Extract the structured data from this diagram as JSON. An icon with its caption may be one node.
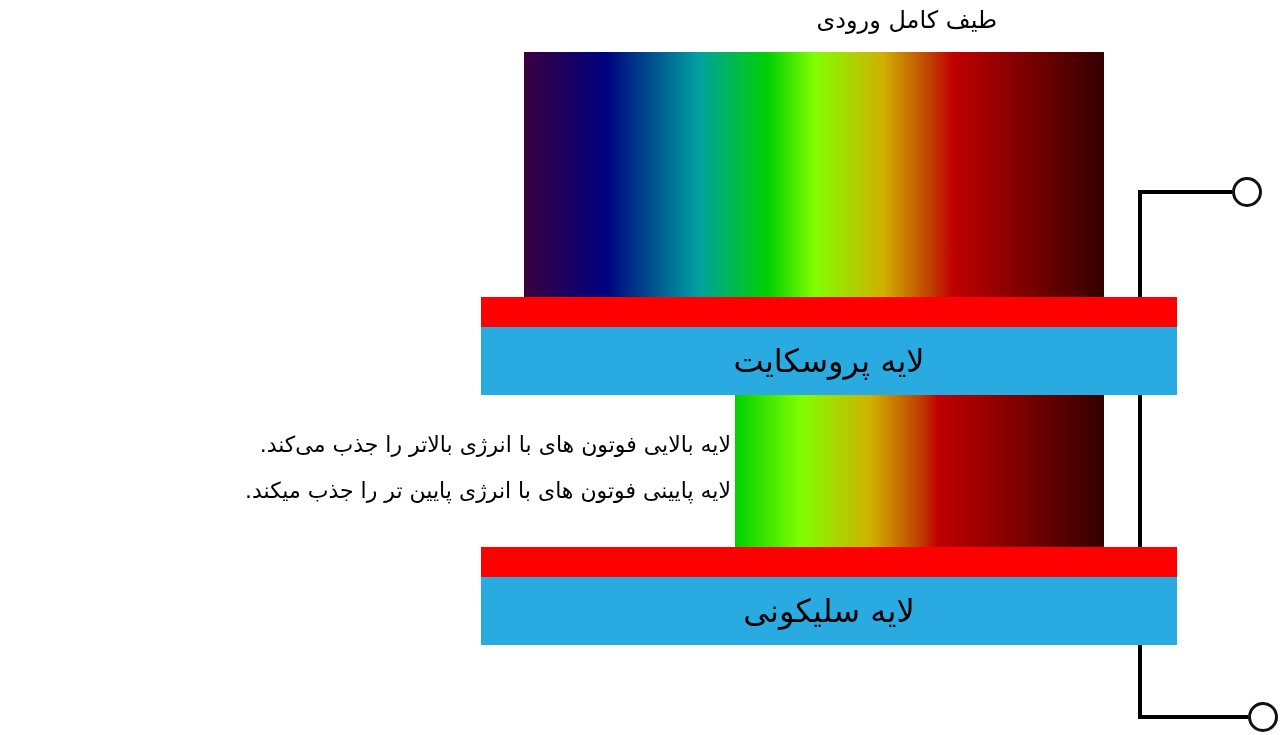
{
  "diagram": {
    "nodes": [
      {
        "text": [],
        "shape": "bar"
      },
      {
        "text": [
          "لایه پروسکایت"
        ]
      },
      {
        "text": [],
        "shape": "bar"
      },
      {
        "text": [
          "لایه سلیکونی"
        ]
      },
      {
        "text": [],
        "shape": "circle"
      },
      {
        "text": [],
        "shape": "circle"
      }
    ],
    "edges": [
      {
        "from": 4,
        "to": 1,
        "arrow": "none"
      },
      {
        "from": 1,
        "to": 3,
        "arrow": "none"
      },
      {
        "from": 3,
        "to": 5,
        "arrow": "none"
      }
    ],
    "labels": [
      "طیف کامل ورودی",
      "لایه بالایی فوتون های با انرژی بالاتر را جذب می‌کند.",
      "لایه پایینی فوتون های با انرژی پایین تر را جذب میکند."
    ]
  }
}
